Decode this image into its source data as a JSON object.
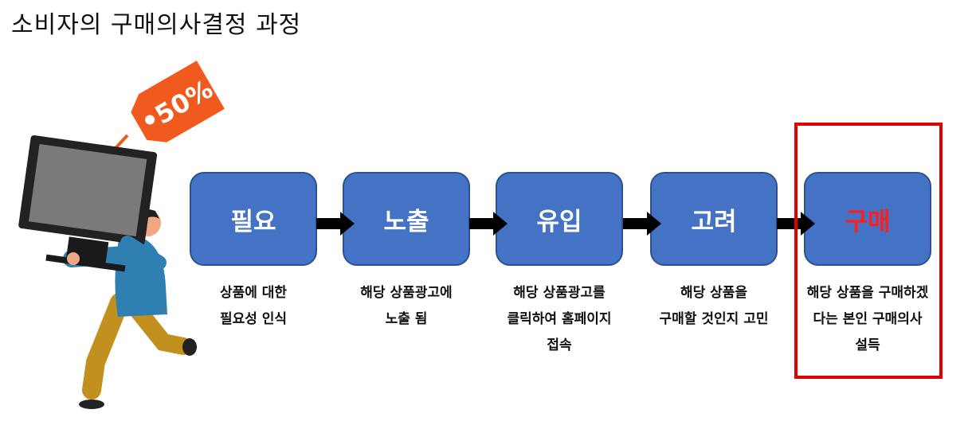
{
  "title": "소비자의 구매의사결정 과정",
  "sale_tag": "50%",
  "colors": {
    "box_fill": "#4472c4",
    "box_border": "#2f528f",
    "highlight_text": "#ff1d1d",
    "frame": "#e00000",
    "tag": "#f05a1e"
  },
  "stages": [
    {
      "label": "필요",
      "description": "상품에 대한\n필요성 인식"
    },
    {
      "label": "노출",
      "description": "해당 상품광고에\n노출 됨"
    },
    {
      "label": "유입",
      "description": "해당 상품광고를\n클릭하여 홈페이지\n접속"
    },
    {
      "label": "고려",
      "description": "해당 상품을\n구매할 것인지 고민"
    },
    {
      "label": "구매",
      "description": "해당 상품을 구매하겠\n다는 본인 구매의사\n설득"
    }
  ]
}
